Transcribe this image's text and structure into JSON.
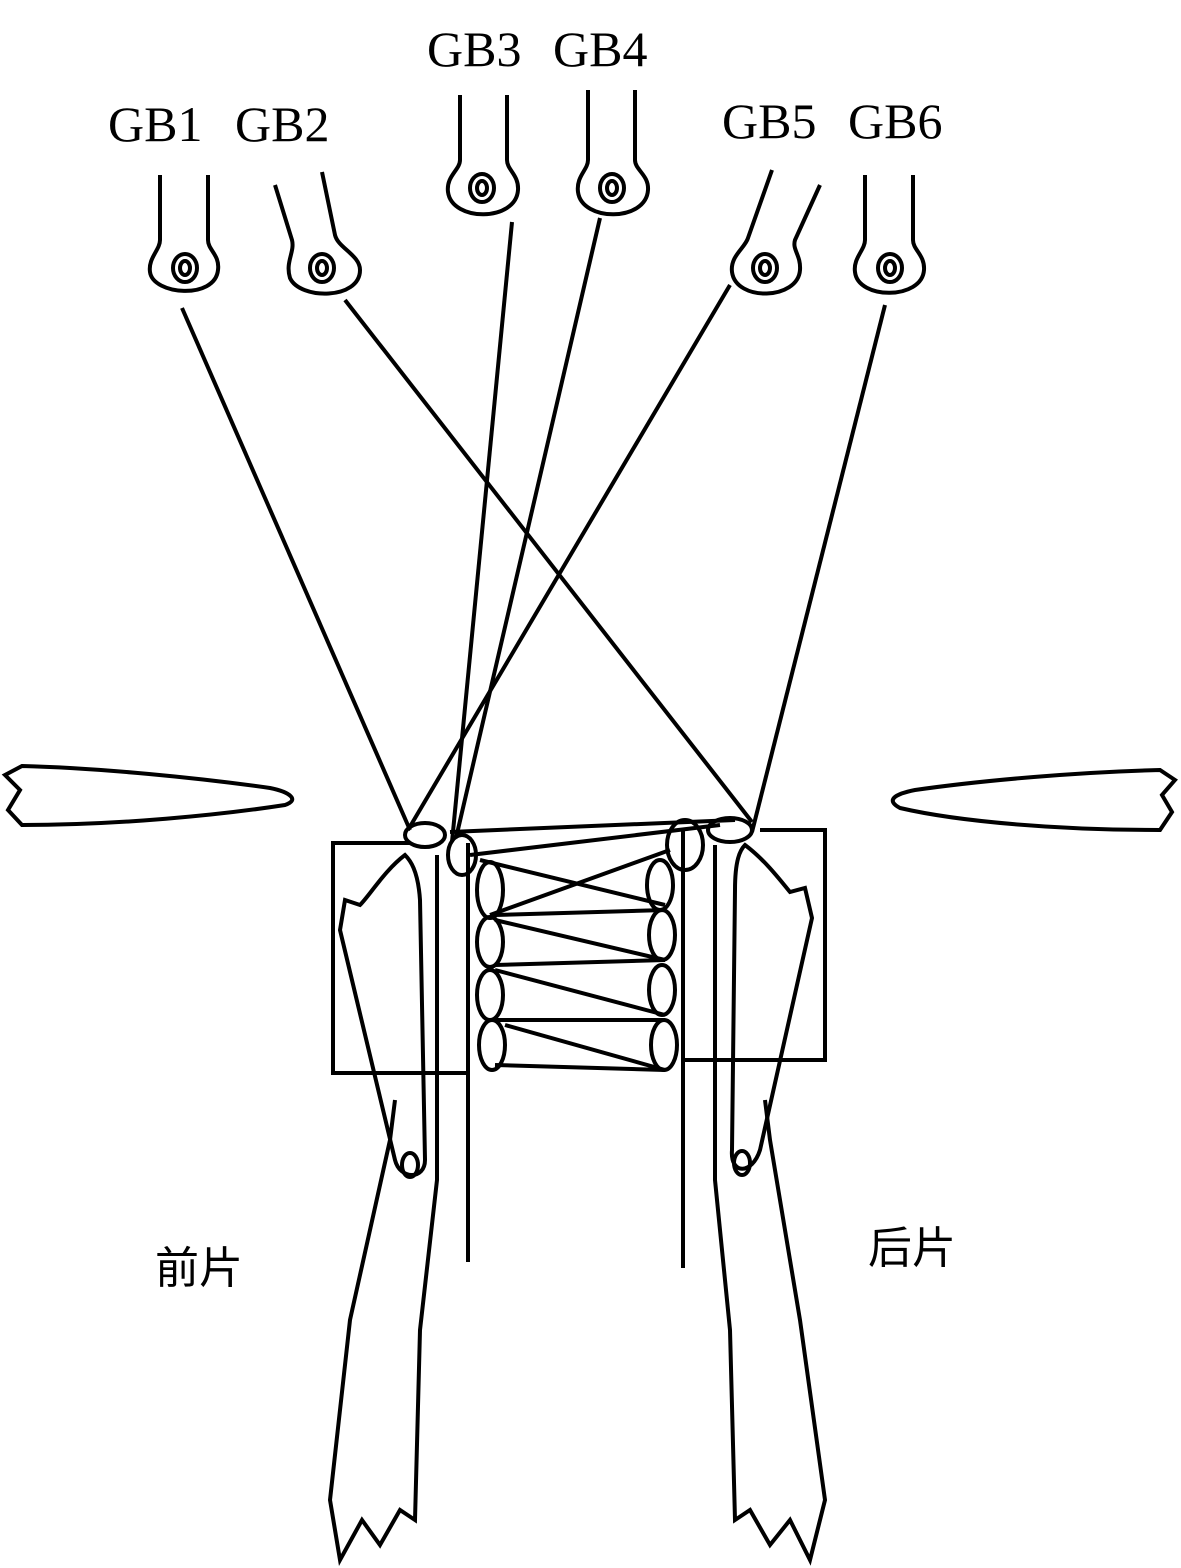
{
  "guide_bars": [
    {
      "label": "GB1"
    },
    {
      "label": "GB2"
    },
    {
      "label": "GB3"
    },
    {
      "label": "GB4"
    },
    {
      "label": "GB5"
    },
    {
      "label": "GB6"
    }
  ],
  "labels": {
    "front": "前片",
    "back": "后片"
  },
  "colors": {
    "stroke": "#000000",
    "background": "#ffffff"
  }
}
